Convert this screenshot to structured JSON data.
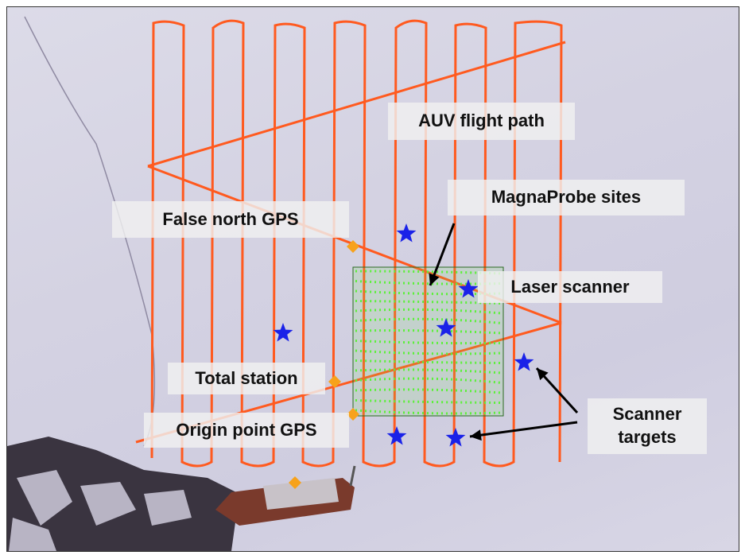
{
  "labels": {
    "auv_flight_path": "AUV flight path",
    "magnaprobe_sites": "MagnaProbe sites",
    "false_north_gps": "False north GPS",
    "laser_scanner": "Laser scanner",
    "total_station": "Total station",
    "origin_point_gps": "Origin point GPS",
    "scanner_targets_line1": "Scanner",
    "scanner_targets_line2": "targets"
  },
  "colors": {
    "flight_path": "#ff5a1f",
    "magnaprobe": "#5cf03a",
    "star": "#1a22e8",
    "gps_marker": "#f7a21b"
  }
}
